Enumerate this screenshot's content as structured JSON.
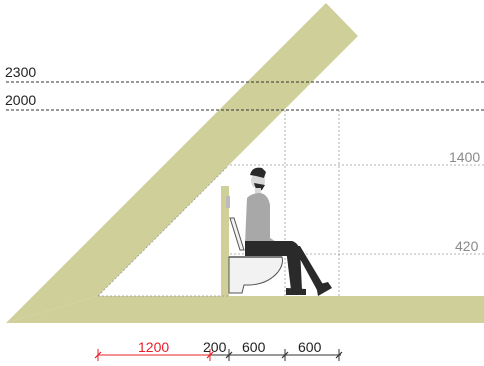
{
  "heights": {
    "h2300": "2300",
    "h2000": "2000",
    "h1400": "1400",
    "h420": "420"
  },
  "dimensions": {
    "d1200": "1200",
    "d200": "200",
    "d600a": "600",
    "d600b": "600"
  },
  "colors": {
    "structure": "#cfcf9a",
    "highlight": "#e8202a",
    "guide": "#9a9a9a",
    "figure_torso": "#a8a8a8",
    "figure_dark": "#2a2a2a"
  }
}
